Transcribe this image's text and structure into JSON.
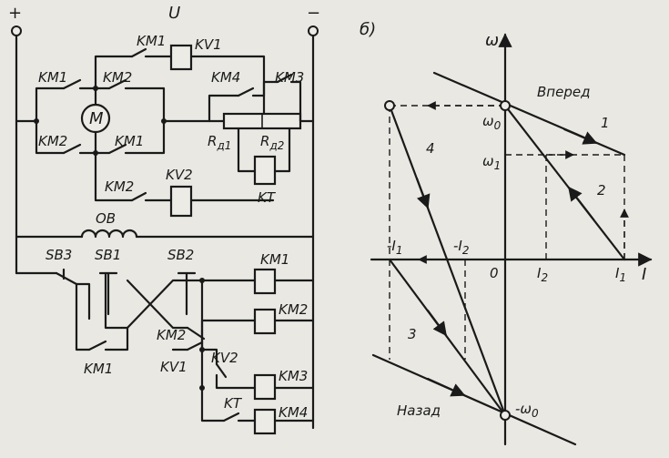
{
  "left": {
    "plus": "+",
    "minus": "−",
    "voltage": "U",
    "motor": "M",
    "field_winding": "OB",
    "contacts": {
      "km1_top": "KM1",
      "km2_top": "KM2",
      "km2_lower_left": "KM2",
      "km1_lower": "KM1",
      "km2_bottom": "KM2",
      "km4": "KM4",
      "km3": "KM3",
      "km1_ctrl": "KM1",
      "km2_ctrl": "KM2",
      "kv1_ctrl": "KV1",
      "kv2_ctrl": "KV2",
      "kt_ctrl": "KT"
    },
    "coils": {
      "kv1": "KV1",
      "kv2": "KV2",
      "kt": "KT",
      "km1": "KM1",
      "km2": "KM2",
      "km3": "KM3",
      "km4": "KM4"
    },
    "resistors": {
      "rd1": "R",
      "rd1_sub": "д1",
      "rd2": "R",
      "rd2_sub": "д2"
    },
    "buttons": {
      "sb3": "SB3",
      "sb1": "SB1",
      "sb2": "SB2"
    }
  },
  "right": {
    "panel_label": "б)",
    "y_axis": "ω",
    "x_axis": "I",
    "origin": "0",
    "forward": "Вперед",
    "backward": "Назад",
    "omega0": "ω",
    "omega0_sub": "0",
    "omega1": "ω",
    "omega1_sub": "1",
    "neg_omega0": "-ω",
    "neg_omega0_sub": "0",
    "i1": "I",
    "i1_sub": "1",
    "i2": "I",
    "i2_sub": "2",
    "neg_i1": "-I",
    "neg_i1_sub": "1",
    "neg_i2": "-I",
    "neg_i2_sub": "2",
    "curve_labels": [
      "1",
      "2",
      "3",
      "4"
    ]
  }
}
